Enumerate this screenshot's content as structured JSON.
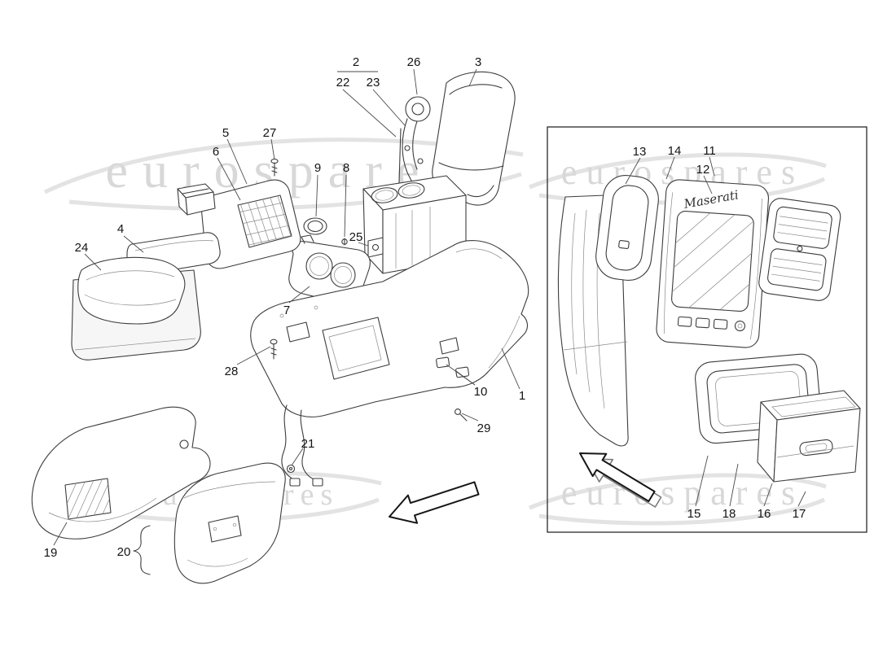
{
  "colors": {
    "background": "#ffffff",
    "line": "#3c3c3c",
    "watermark": "#d8d8d8",
    "callout_text": "#141414"
  },
  "watermark": {
    "text": "eurospares"
  },
  "inset": {
    "brand_script": "Maserati"
  },
  "callouts": [
    {
      "label": "1"
    },
    {
      "label": "2"
    },
    {
      "label": "3"
    },
    {
      "label": "4"
    },
    {
      "label": "5"
    },
    {
      "label": "6"
    },
    {
      "label": "7"
    },
    {
      "label": "8"
    },
    {
      "label": "9"
    },
    {
      "label": "10"
    },
    {
      "label": "11"
    },
    {
      "label": "12"
    },
    {
      "label": "13"
    },
    {
      "label": "14"
    },
    {
      "label": "15"
    },
    {
      "label": "16"
    },
    {
      "label": "17"
    },
    {
      "label": "18"
    },
    {
      "label": "19"
    },
    {
      "label": "20"
    },
    {
      "label": "21"
    },
    {
      "label": "22"
    },
    {
      "label": "23"
    },
    {
      "label": "24"
    },
    {
      "label": "25"
    },
    {
      "label": "26"
    },
    {
      "label": "27"
    },
    {
      "label": "28"
    },
    {
      "label": "29"
    }
  ]
}
